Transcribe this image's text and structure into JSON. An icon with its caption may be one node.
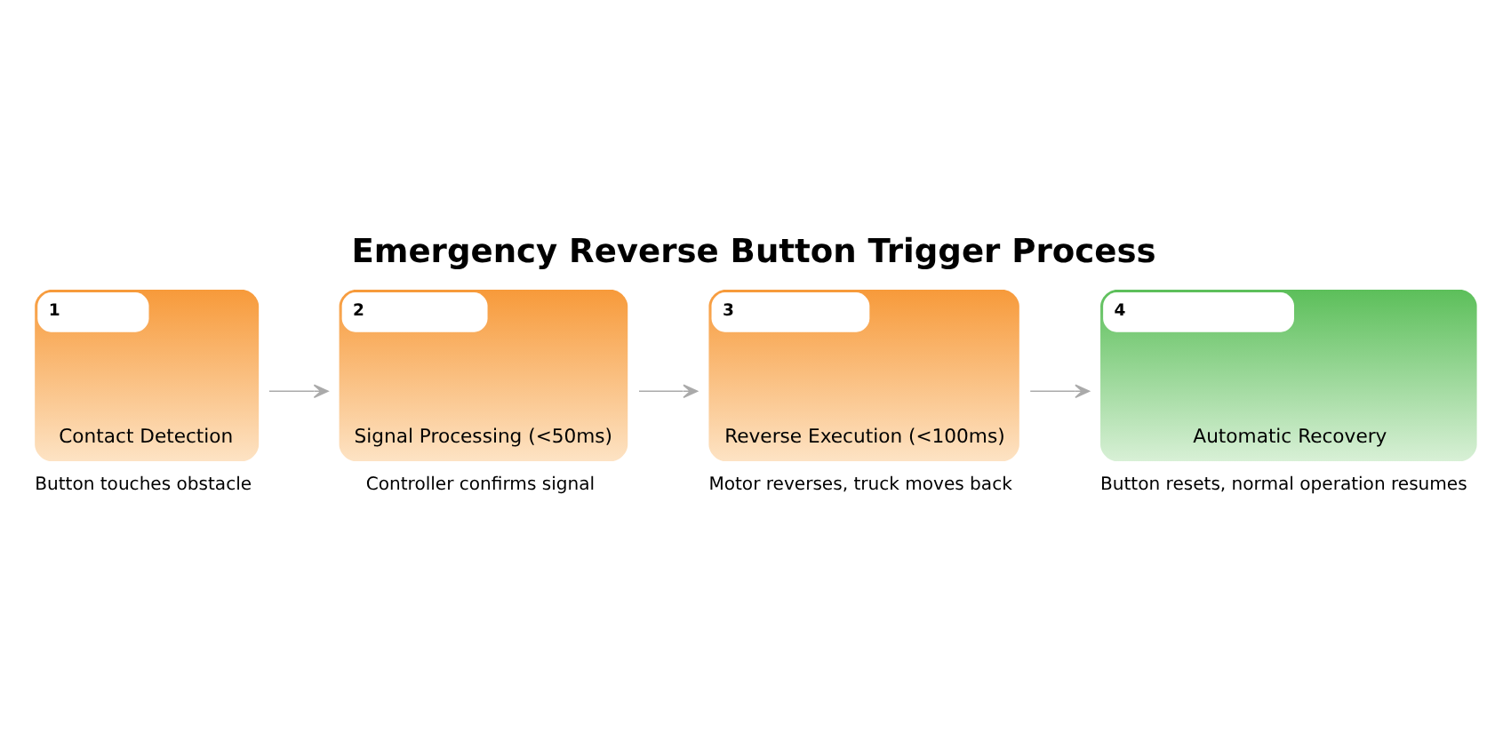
{
  "diagram": {
    "title": "Emergency Reverse Button Trigger Process",
    "nodes": [
      {
        "text": [
          "1",
          "Contact Detection"
        ],
        "beside": [
          "Button touches obstacle"
        ]
      },
      {
        "text": [
          "2",
          "Signal Processing (<50ms)"
        ],
        "beside": [
          "Controller confirms signal"
        ]
      },
      {
        "text": [
          "3",
          "Reverse Execution (<100ms)"
        ],
        "beside": [
          "Motor reverses, truck moves back"
        ]
      },
      {
        "text": [
          "4",
          "Automatic Recovery"
        ],
        "beside": [
          "Button resets, normal operation resumes"
        ]
      }
    ],
    "edges": [
      {
        "from": 0,
        "to": 1,
        "arrow": "to"
      },
      {
        "from": 1,
        "to": 2,
        "arrow": "to"
      },
      {
        "from": 2,
        "to": 3,
        "arrow": "to"
      }
    ]
  }
}
